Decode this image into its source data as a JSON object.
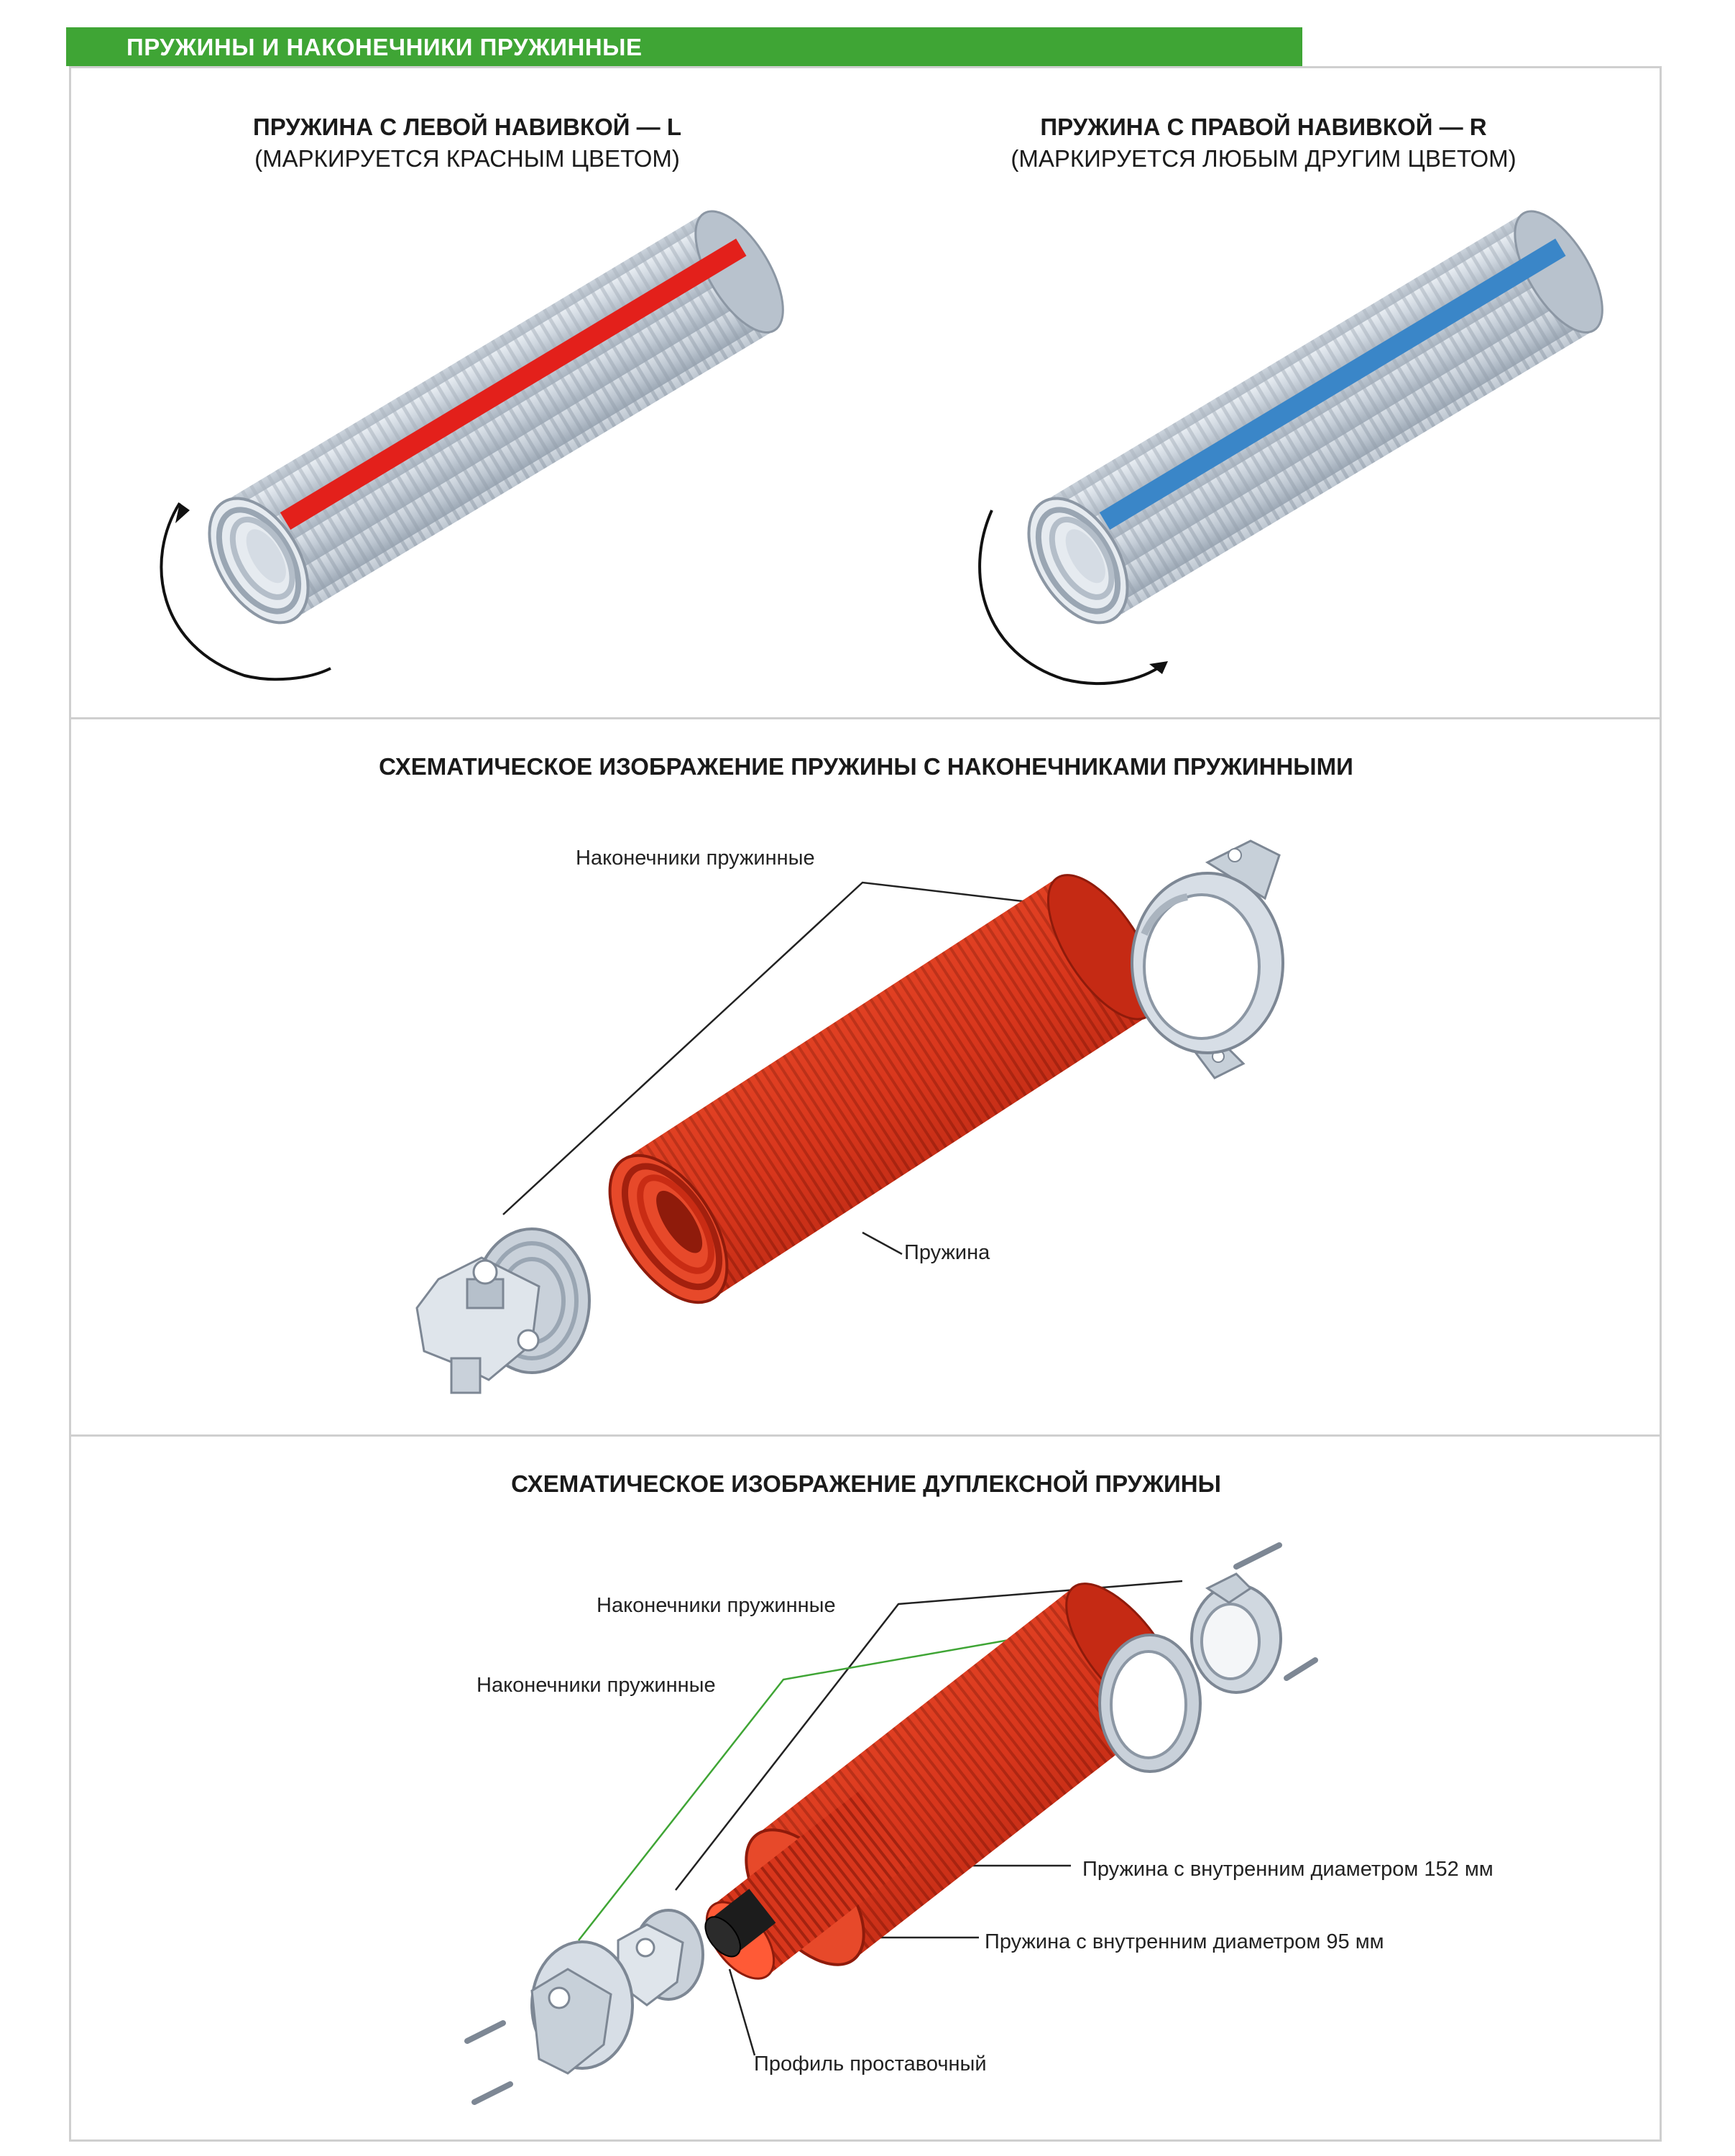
{
  "header": {
    "title": "ПРУЖИНЫ И НАКОНЕЧНИКИ ПРУЖИННЫЕ"
  },
  "section1": {
    "left": {
      "title": "ПРУЖИНА С ЛЕВОЙ НАВИВКОЙ — L",
      "subtitle": "(МАРКИРУЕТСЯ КРАСНЫМ ЦВЕТОМ)"
    },
    "right": {
      "title": "ПРУЖИНА С ПРАВОЙ НАВИВКОЙ — R",
      "subtitle": "(МАРКИРУЕТСЯ ЛЮБЫМ ДРУГИМ ЦВЕТОМ)"
    }
  },
  "section2": {
    "title": "СХЕМАТИЧЕСКОЕ ИЗОБРАЖЕНИЕ ПРУЖИНЫ С НАКОНЕЧНИКАМИ ПРУЖИННЫМИ",
    "label_tips": "Наконечники пружинные",
    "label_spring": "Пружина"
  },
  "section3": {
    "title": "СХЕМАТИЧЕСКОЕ ИЗОБРАЖЕНИЕ ДУПЛЕКСНОЙ ПРУЖИНЫ",
    "label_tips_outer": "Наконечники пружинные",
    "label_tips_inner": "Наконечники пружинные",
    "label_spring_152": "Пружина с внутренним диаметром 152 мм",
    "label_spring_95": "Пружина с внутренним диаметром 95 мм",
    "label_profile": "Профиль проставочный"
  },
  "colors": {
    "header_green": "#3fa535",
    "marker_left_red": "#e3201b",
    "marker_right_blue": "#3a86c8",
    "spring_red": "#d8361c",
    "steel": "#c9d2dc",
    "frame_gray": "#cfcfcf"
  }
}
